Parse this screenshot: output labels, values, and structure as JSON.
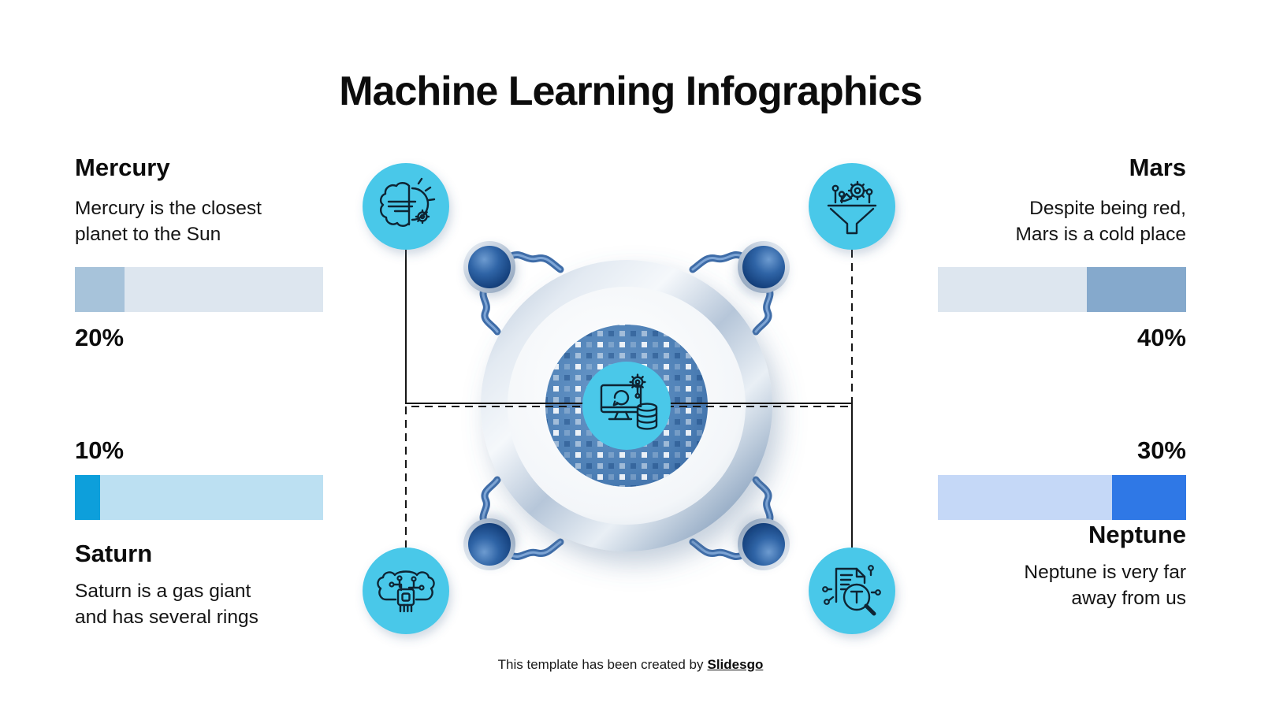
{
  "title": "Machine Learning Infographics",
  "footer": {
    "prefix": "This template has been created by",
    "brand": "Slidesgo"
  },
  "planets": {
    "mercury": {
      "name": "Mercury",
      "description": [
        "Mercury is the closest",
        "planet to the Sun"
      ],
      "percent": "20%",
      "fill": "#a7c3da",
      "track": "#dde6ef"
    },
    "mars": {
      "name": "Mars",
      "description": [
        "Despite being red,",
        "Mars is a cold place"
      ],
      "percent": "40%",
      "fill": "#85a9cc",
      "track": "#dde6ef"
    },
    "saturn": {
      "name": "Saturn",
      "description": [
        "Saturn is a gas giant",
        "and has several rings"
      ],
      "percent": "10%",
      "fill": "#0d9fdb",
      "track": "#bce0f2"
    },
    "neptune": {
      "name": "Neptune",
      "description": [
        "Neptune is very far",
        "away from us"
      ],
      "percent": "30%",
      "fill": "#2f78e6",
      "track": "#c5d8f7"
    }
  },
  "center": {
    "icons": {
      "top_left": "ai-brain-icon",
      "top_right": "data-funnel-icon",
      "bottom_left": "ai-chip-brain-icon",
      "bottom_right": "text-analysis-icon",
      "middle": "data-processing-icon"
    },
    "accent_color": "#4ac8e9",
    "connector_color": "#161616"
  },
  "chart_data": {
    "type": "bar",
    "categories": [
      "Mercury",
      "Mars",
      "Saturn",
      "Neptune"
    ],
    "values": [
      20,
      40,
      10,
      30
    ],
    "title": "Machine Learning Infographics",
    "xlabel": "",
    "ylabel": "",
    "unit": "%"
  }
}
